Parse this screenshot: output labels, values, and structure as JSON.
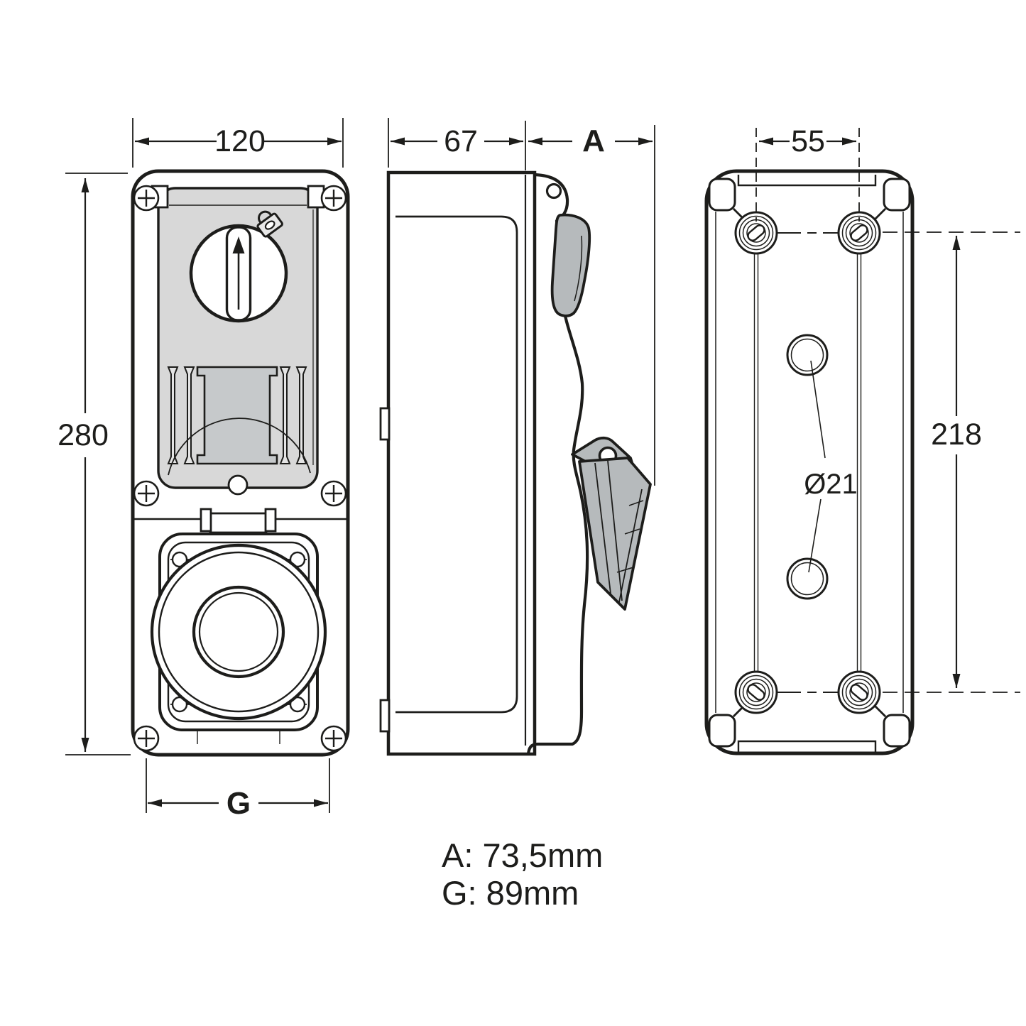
{
  "drawing": {
    "type": "technical-dimension-drawing",
    "views": {
      "front": {
        "width": "120",
        "height": "280",
        "fixing_width": "G"
      },
      "side": {
        "body_depth": "67",
        "lid_projection": "A"
      },
      "rear": {
        "mount_hole_spacing": "55",
        "mount_hole_pitch": "218",
        "cable_entry": "Ø21"
      }
    },
    "legend": {
      "a": "A: 73,5mm",
      "g": "G: 89mm"
    },
    "colors": {
      "line": "#1d1d1b",
      "panel_gray": "#d8d8d8",
      "window_gray": "#c6c9cb",
      "handle_gray": "#b6babc",
      "background": "#ffffff"
    }
  }
}
